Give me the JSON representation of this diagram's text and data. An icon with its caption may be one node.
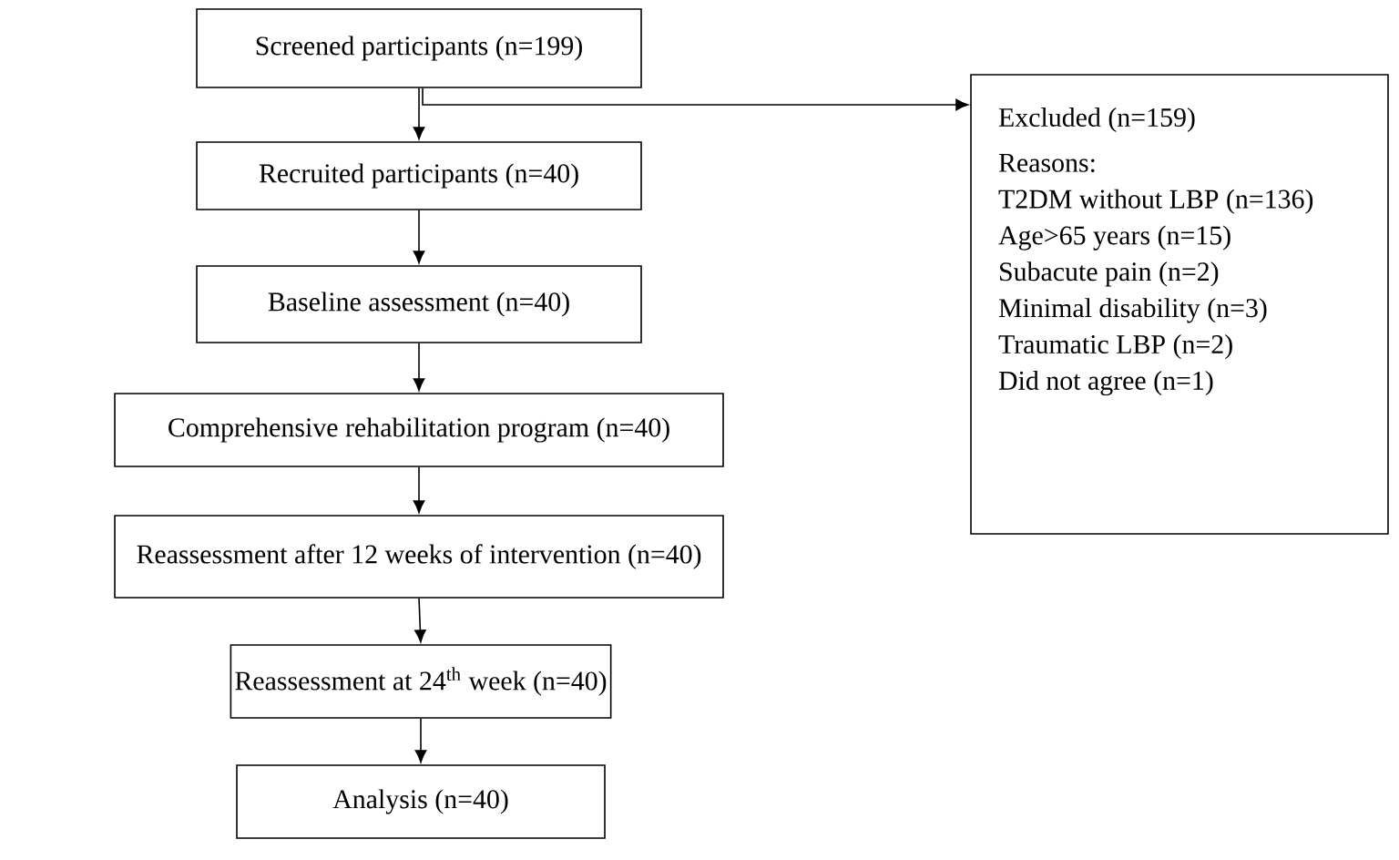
{
  "diagram": {
    "nodes": [
      {
        "text": [
          "Screened participants (n=199)"
        ]
      },
      {
        "text": [
          "Recruited participants (n=40)"
        ]
      },
      {
        "text": [
          "Baseline assessment (n=40)"
        ]
      },
      {
        "text": [
          "Comprehensive rehabilitation program (n=40)"
        ]
      },
      {
        "text": [
          "Reassessment after 12 weeks of intervention (n=40)"
        ]
      },
      {
        "text": [
          "Reassessment at 24$^{th}$ week (n=40)"
        ]
      },
      {
        "text": [
          "Analysis (n=40)"
        ]
      },
      {
        "text": [
          "Excluded (n=159)",
          "Reasons:",
          "T2DM without LBP (n=136)",
          "Age>65 years (n=15)",
          "Subacute pain (n=2)",
          "Minimal disability (n=3)",
          "Traumatic LBP (n=2)",
          "Did not agree (n=1)"
        ]
      }
    ],
    "edges": [
      {
        "from": 0,
        "to": 1,
        "arrow": "to"
      },
      {
        "from": 0,
        "to": 7,
        "arrow": "to"
      },
      {
        "from": 1,
        "to": 2,
        "arrow": "to"
      },
      {
        "from": 2,
        "to": 3,
        "arrow": "to"
      },
      {
        "from": 3,
        "to": 4,
        "arrow": "to"
      },
      {
        "from": 4,
        "to": 5,
        "arrow": "to"
      },
      {
        "from": 5,
        "to": 6,
        "arrow": "to"
      }
    ]
  }
}
